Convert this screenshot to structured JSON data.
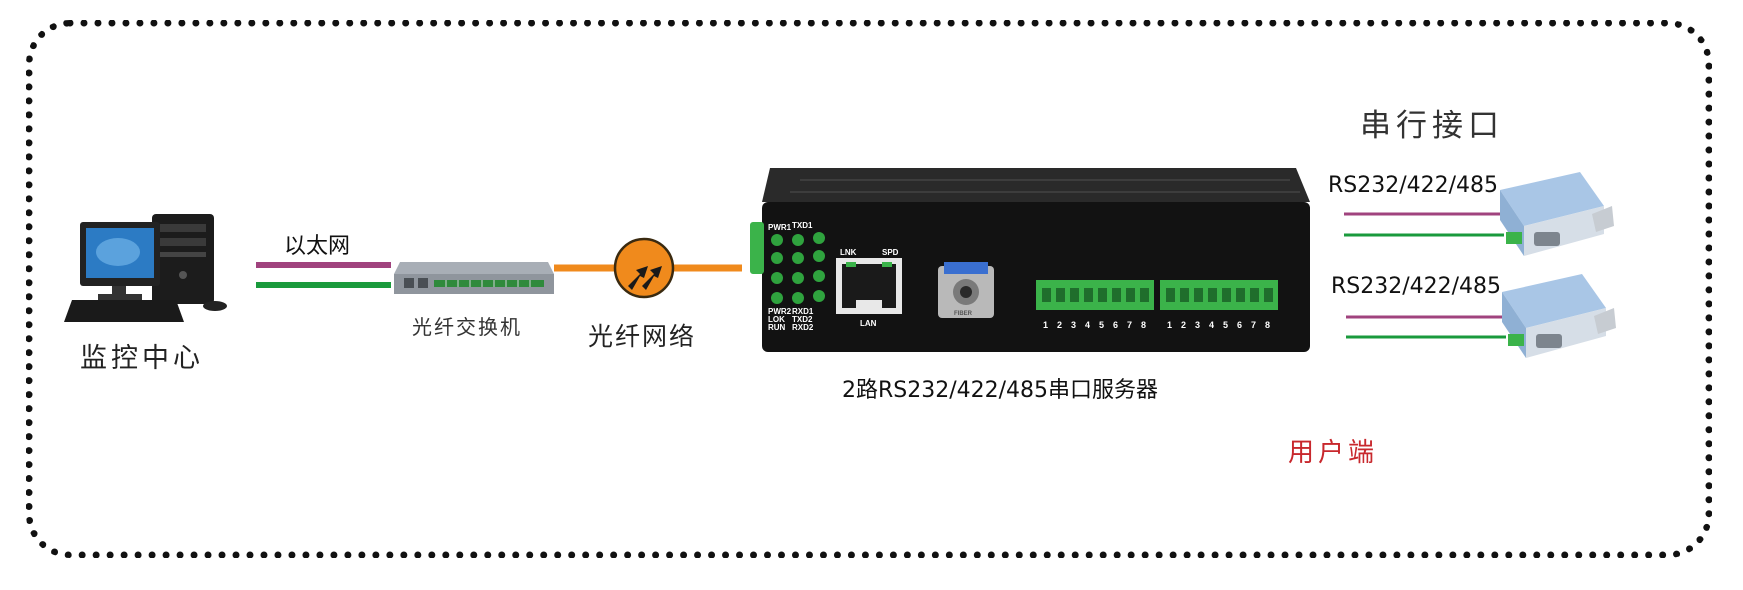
{
  "labels": {
    "monitor_center": "监控中心",
    "ethernet": "以太网",
    "fiber_switch": "光纤交换机",
    "fiber_network": "光纤网络",
    "server_name": "2路RS232/422/485串口服务器",
    "serial_interface": "串行接口",
    "rs_port_1": "RS232/422/485",
    "rs_port_2": "RS232/422/485",
    "user_end": "用户端"
  },
  "device_panel": {
    "led_labels_top": [
      "PWR1",
      "TXD1"
    ],
    "led_labels_bottom_left": [
      "PWR2",
      "LOK",
      "RUN"
    ],
    "led_labels_bottom_right": [
      "RXD1",
      "TXD2",
      "RXD2"
    ],
    "rj45_left": "LNK",
    "rj45_right": "SPD",
    "rj45_label": "LAN",
    "fiber_port_label": "FIBER",
    "terminal_numbers": [
      "1",
      "2",
      "3",
      "4",
      "5",
      "6",
      "7",
      "8",
      "1",
      "2",
      "3",
      "4",
      "5",
      "6",
      "7",
      "8"
    ]
  },
  "colors": {
    "line_purple": "#a0437e",
    "line_green": "#1a9a3c",
    "fiber_orange": "#f08a1c",
    "terminal_green": "#3bb34a",
    "user_end_red": "#c8282d"
  }
}
